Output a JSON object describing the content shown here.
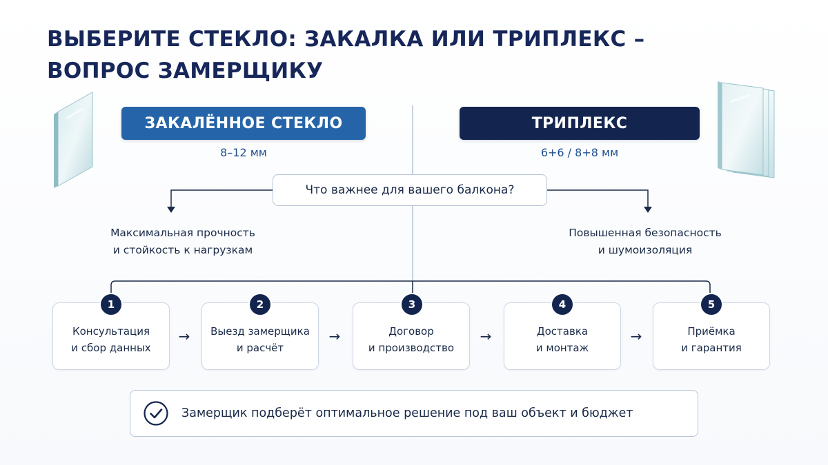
{
  "title": {
    "line1": "ВЫБЕРИТЕ СТЕКЛО: ЗАКАЛКА ИЛИ ТРИПЛЕКС –",
    "line2": "ВОПРОС ЗАМЕРЩИКУ"
  },
  "options": {
    "left": {
      "name": "ЗАКАЛЁННОЕ СТЕКЛО",
      "thickness": "8–12 мм",
      "benefit_line1": "Максимальная прочность",
      "benefit_line2": "и стойкость к нагрузкам",
      "color": "#2564a8"
    },
    "right": {
      "name": "ТРИПЛЕКС",
      "thickness": "6+6 / 8+8 мм",
      "benefit_line1": "Повышенная безопасность",
      "benefit_line2": "и шумоизоляция",
      "color": "#13254f"
    }
  },
  "question": "Что важнее для вашего балкона?",
  "steps": [
    {
      "number": "1",
      "line1": "Консультация",
      "line2": "и сбор данных"
    },
    {
      "number": "2",
      "line1": "Выезд замерщика",
      "line2": "и расчёт"
    },
    {
      "number": "3",
      "line1": "Договор",
      "line2": "и производство"
    },
    {
      "number": "4",
      "line1": "Доставка",
      "line2": "и монтаж"
    },
    {
      "number": "5",
      "line1": "Приёмка",
      "line2": "и гарантия"
    }
  ],
  "arrow_glyph": "→",
  "note": {
    "icon": "check-circle-icon",
    "text": "Замерщик подберёт оптимальное решение под ваш объект и бюджет"
  },
  "icons": {
    "left_glass": "single-glass-pane-icon",
    "right_glass": "laminated-glass-stack-icon"
  }
}
